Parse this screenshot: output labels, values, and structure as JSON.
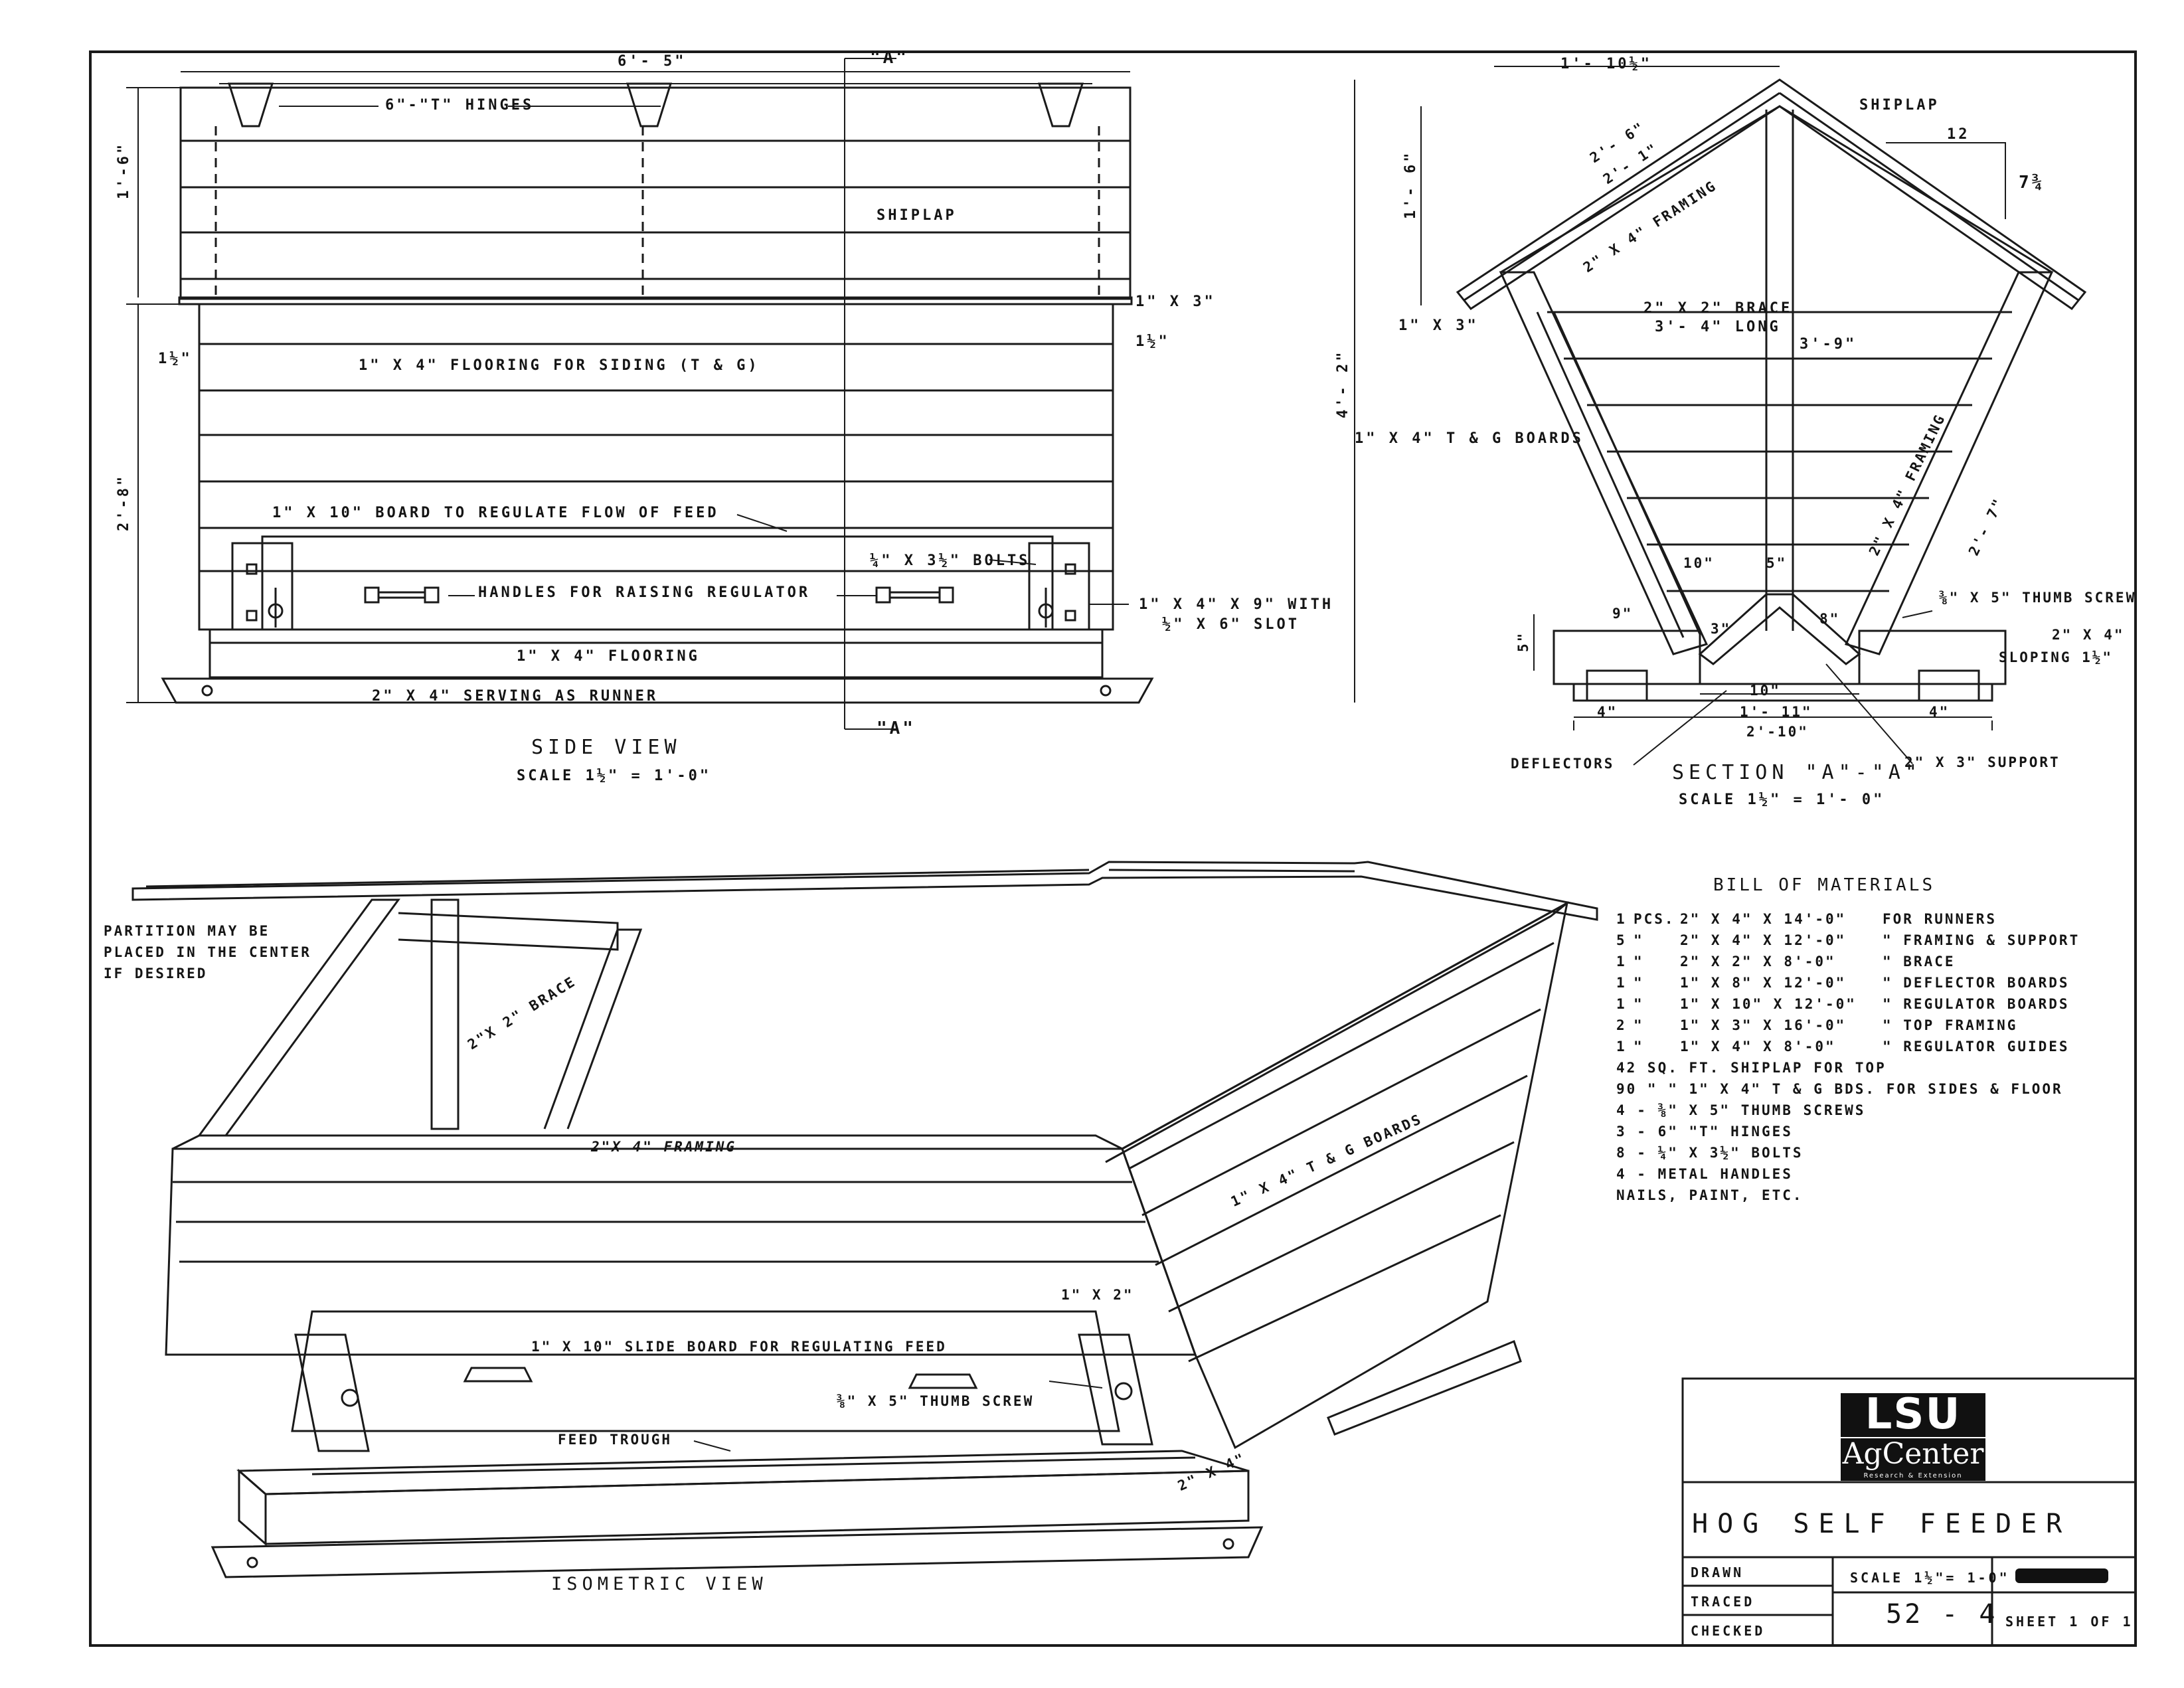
{
  "side_view": {
    "dim_width": "6'- 5\"",
    "section_mark": "\"A\"",
    "hinges": "6\"-\"T\" HINGES",
    "dim_top_height": "1'-6\"",
    "shiplap": "SHIPLAP",
    "one_by_three": "1\" X 3\"",
    "one_half_left": "1½\"",
    "one_half_right": "1½\"",
    "siding": "1\" X 4\" FLOORING FOR SIDING (T & G)",
    "dim_lower_height": "2'-8\"",
    "regulator_board": "1\" X 10\" BOARD TO REGULATE FLOW OF FEED",
    "handles": "HANDLES FOR RAISING REGULATOR",
    "bolts": "¼\" X 3½\" BOLTS",
    "slot_line1": "1\" X 4\" X 9\" WITH",
    "slot_line2": "½\" X 6\" SLOT",
    "flooring": "1\" X 4\" FLOORING",
    "runner": "2\" X 4\" SERVING AS RUNNER",
    "title": "SIDE VIEW",
    "scale": "SCALE 1½\" = 1'-0\""
  },
  "section_view": {
    "dim_top": "1'- 10½\"",
    "shiplap": "SHIPLAP",
    "slope_run": "12",
    "slope_rise": "7¾",
    "dim_rafter1": "2'- 6\"",
    "dim_rafter2": "2'- 1\"",
    "dim_roof_height": "1'- 6\"",
    "framing_left": "2\" X 4\" FRAMING",
    "one_by_three": "1\" X 3\"",
    "brace_line1": "2\" X 2\" BRACE",
    "brace_line2": "3'- 4\" LONG",
    "dim_inner_height": "3'-9\"",
    "dim_total_height": "4'- 2\"",
    "tg_boards": "1\" X 4\" T & G BOARDS",
    "framing_right": "2\" X 4\" FRAMING",
    "dim_side": "2'- 7\"",
    "dim_10": "10\"",
    "dim_5": "5\"",
    "dim_9": "9\"",
    "dim_3": "3\"",
    "dim_8": "8\"",
    "thumb_screw": "⅜\" X 5\" THUMB SCREW",
    "trough_line1": "2\" X 4\"",
    "trough_line2": "SLOPING 1½\"",
    "dim_5_left": "5\"",
    "dim_4_left": "4\"",
    "dim_4_right": "4\"",
    "dim_10_bottom": "10\"",
    "dim_1_11": "1'- 11\"",
    "dim_2_10": "2'-10\"",
    "deflectors": "DEFLECTORS",
    "support": "2\" X 3\" SUPPORT",
    "title": "SECTION \"A\"-\"A\"",
    "scale": "SCALE 1½\" = 1'- 0\""
  },
  "iso_view": {
    "partition_line1": "PARTITION MAY BE",
    "partition_line2": "PLACED IN THE CENTER",
    "partition_line3": "IF DESIRED",
    "brace": "2\"X 2\" BRACE",
    "framing": "2\"X 4\" FRAMING",
    "tg_boards": "1\" X 4\" T & G BOARDS",
    "one_by_two": "1\" X 2\"",
    "slide_board": "1\" X 10\" SLIDE BOARD FOR REGULATING FEED",
    "thumb_screw": "⅜\" X 5\" THUMB SCREW",
    "feed_trough": "FEED TROUGH",
    "two_by_four": "2\" X 4\"",
    "title": "ISOMETRIC VIEW"
  },
  "bill_of_materials": {
    "title": "BILL OF MATERIALS",
    "items": [
      {
        "qty": "1",
        "unit": "PCS.",
        "size": "2\" X 4\" X 14'-0\"",
        "use": "FOR RUNNERS"
      },
      {
        "qty": "5",
        "unit": "\"",
        "size": "2\" X 4\" X 12'-0\"",
        "use": "\" FRAMING & SUPPORT"
      },
      {
        "qty": "1",
        "unit": "\"",
        "size": "2\" X 2\" X 8'-0\"",
        "use": "\" BRACE"
      },
      {
        "qty": "1",
        "unit": "\"",
        "size": "1\" X 8\" X 12'-0\"",
        "use": "\" DEFLECTOR BOARDS"
      },
      {
        "qty": "1",
        "unit": "\"",
        "size": "1\" X 10\" X 12'-0\"",
        "use": "\" REGULATOR BOARDS"
      },
      {
        "qty": "2",
        "unit": "\"",
        "size": "1\" X 3\" X 16'-0\"",
        "use": "\" TOP FRAMING"
      },
      {
        "qty": "1",
        "unit": "\"",
        "size": "1\" X 4\" X 8'-0\"",
        "use": "\" REGULATOR GUIDES"
      }
    ],
    "extras": [
      "42 SQ. FT. SHIPLAP FOR TOP",
      "90 \" \" 1\" X 4\" T & G BDS. FOR SIDES & FLOOR",
      "4 - ⅜\" X 5\" THUMB SCREWS",
      "3 - 6\" \"T\" HINGES",
      "8 - ¼\" X 3½\" BOLTS",
      "4 - METAL HANDLES",
      "NAILS, PAINT, ETC."
    ]
  },
  "title_block": {
    "logo_top": "LSU",
    "logo_mid": "AgCenter",
    "logo_sub": "Research & Extension",
    "title": "HOG SELF FEEDER",
    "drawn": "DRAWN",
    "traced": "TRACED",
    "checked": "CHECKED",
    "scale": "SCALE 1½\"= 1-0\"",
    "drawing_number": "52 - 4",
    "sheet": "SHEET 1 OF 1"
  }
}
